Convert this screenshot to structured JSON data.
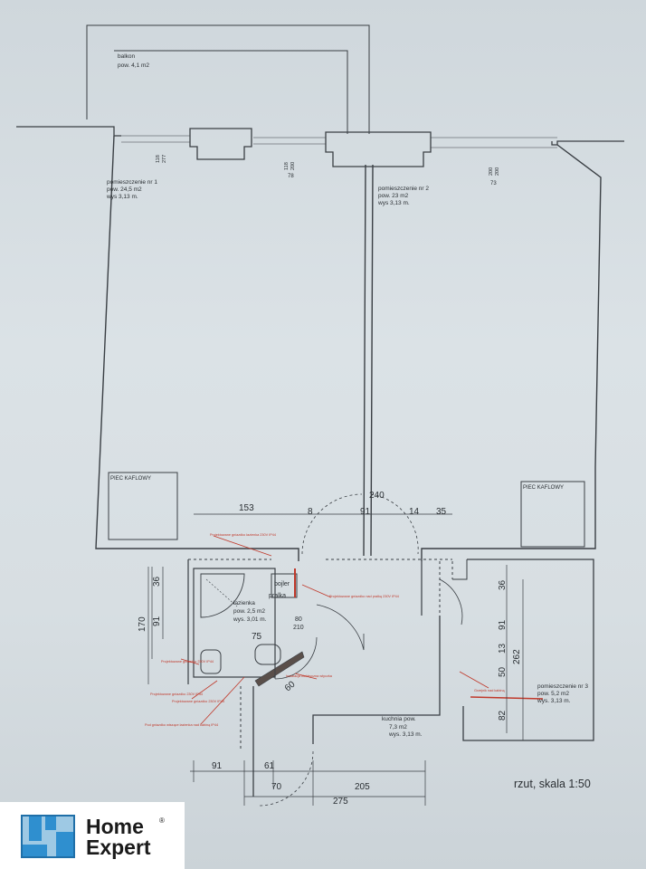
{
  "balcony": {
    "name": "balkon",
    "area": "pow. 4,1 m2"
  },
  "rooms": [
    {
      "id": "r1",
      "name": "pomieszczenie nr 1",
      "area": "pow. 24,5 m2",
      "height": "wys 3,13 m."
    },
    {
      "id": "r2",
      "name": "pomieszczenie nr 2",
      "area": "pow. 23 m2",
      "height": "wys 3,13 m."
    },
    {
      "id": "r3",
      "name": "pomieszczenie nr 3",
      "area": "pow. 5,2 m2",
      "height": "wys. 3,13 m."
    },
    {
      "id": "bath",
      "name": "łazienka",
      "area": "pow. 2,5 m2",
      "height": "wys. 3,01 m."
    },
    {
      "id": "kitchen",
      "name": "kuchnia pow.",
      "area": "7,3 m2",
      "height": "wys. 3,13 m."
    }
  ],
  "stoves": [
    "PIEC KAFLOWY",
    "PIEC KAFLOWY"
  ],
  "fixtures": {
    "boiler": "bojler",
    "washer": "pralka"
  },
  "window_dims": [
    "118",
    "277",
    "118",
    "200",
    "78",
    "200",
    "200",
    "73"
  ],
  "dimensions": {
    "top": [
      "153",
      "8",
      "240",
      "91",
      "14",
      "35"
    ],
    "left": [
      "36",
      "91",
      "170"
    ],
    "right": [
      "36",
      "91",
      "13",
      "50",
      "262",
      "82"
    ],
    "bathroom": [
      "80",
      "210",
      "75",
      "60"
    ],
    "bottom": [
      "91",
      "61",
      "70",
      "205",
      "275"
    ]
  },
  "notes": [
    "Projektowane gniazdko łazienka 230V IP44",
    "Projektowane gniazdko nad pralką 230V IP44",
    "Projektowane gniazdko 230V IP44",
    "Projektowane gniazdko 230V IP44",
    "Projektowane gniazdko 230V IP44",
    "Pod gniazdko wiszące łazienka nad kabiną IP44",
    "Instalacja elektryczna wtyczka",
    "Grzejnik nad kabiną"
  ],
  "scale_label": "rzut, skala 1:50",
  "logo": {
    "line1": "Home",
    "line2": "Expert",
    "mark": "®"
  }
}
